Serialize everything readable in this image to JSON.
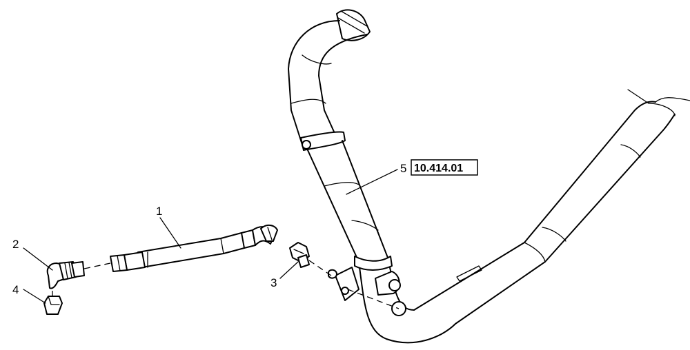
{
  "callouts": [
    {
      "id": "callout-1",
      "label": "1"
    },
    {
      "id": "callout-2",
      "label": "2"
    },
    {
      "id": "callout-3",
      "label": "3"
    },
    {
      "id": "callout-4",
      "label": "4"
    },
    {
      "id": "callout-5",
      "label": "5"
    }
  ],
  "reference": {
    "text": "10.414.01"
  }
}
